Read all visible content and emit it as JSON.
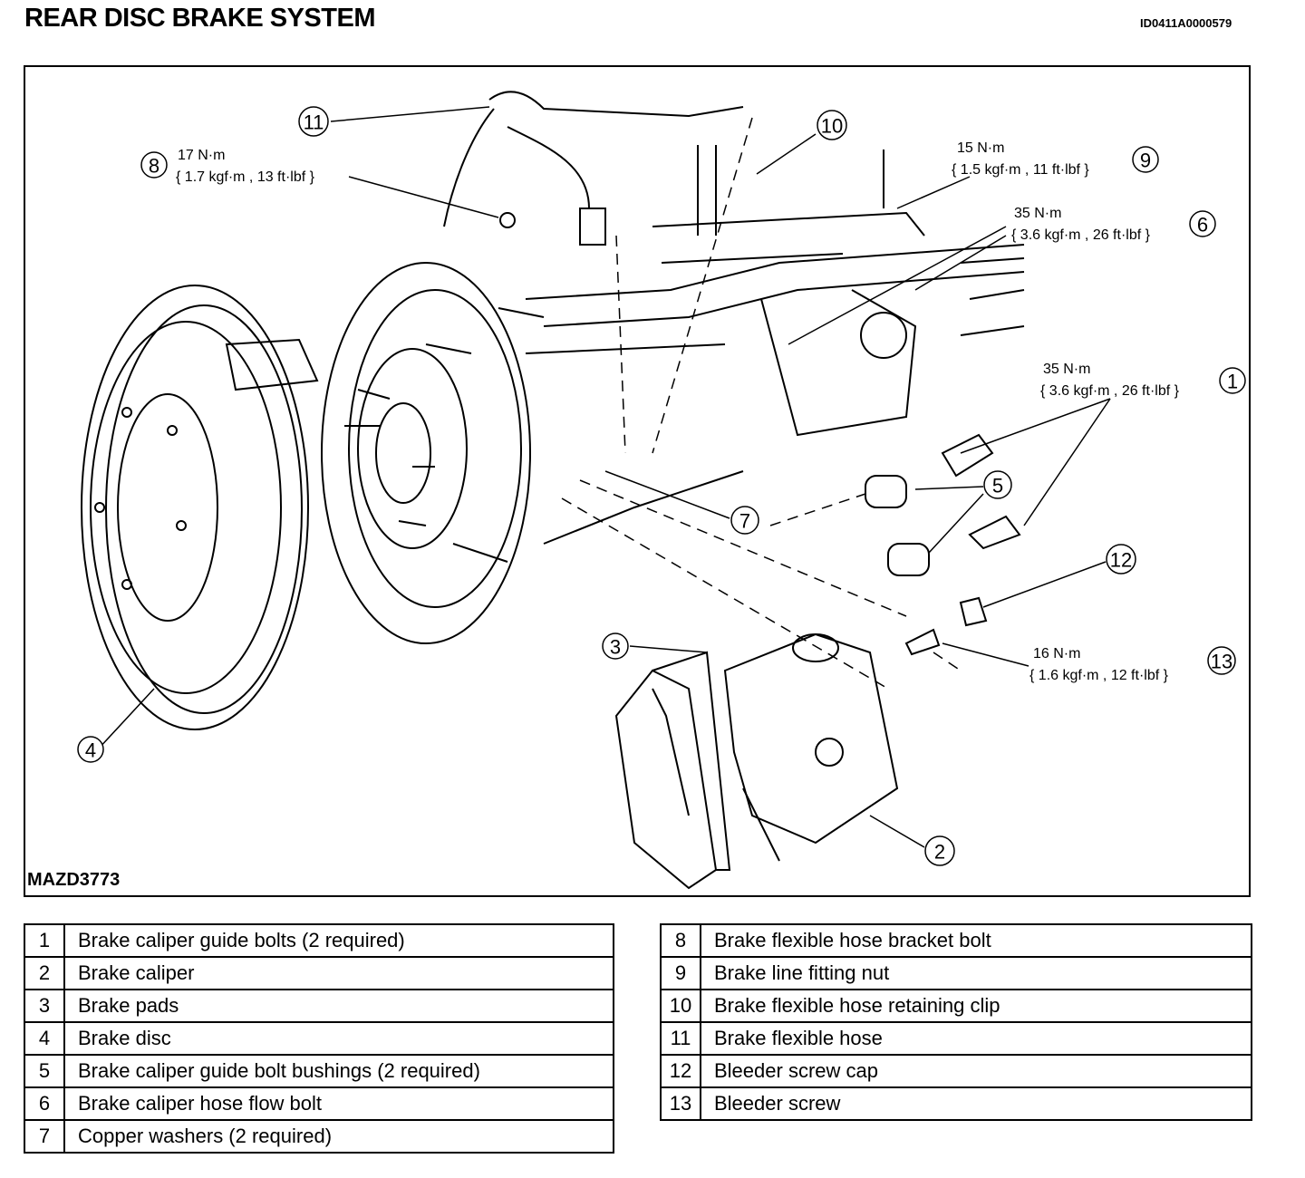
{
  "title": "REAR DISC BRAKE SYSTEM",
  "doc_id": "ID0411A0000579",
  "figure_code": "MAZD3773",
  "callouts": [
    {
      "num": "11"
    },
    {
      "num": "10"
    },
    {
      "num": "8",
      "torque_nm": "17 N·m",
      "torque_detail": "{ 1.7 kgf·m , 13 ft·lbf }"
    },
    {
      "num": "9",
      "torque_nm": "15 N·m",
      "torque_detail": "{ 1.5 kgf·m , 11 ft·lbf }"
    },
    {
      "num": "6",
      "torque_nm": "35 N·m",
      "torque_detail": "{ 3.6 kgf·m , 26 ft·lbf }"
    },
    {
      "num": "1",
      "torque_nm": "35 N·m",
      "torque_detail": "{ 3.6 kgf·m , 26 ft·lbf }"
    },
    {
      "num": "5"
    },
    {
      "num": "7"
    },
    {
      "num": "12"
    },
    {
      "num": "13",
      "torque_nm": "16 N·m",
      "torque_detail": "{ 1.6 kgf·m , 12 ft·lbf }"
    },
    {
      "num": "3"
    },
    {
      "num": "4"
    },
    {
      "num": "2"
    }
  ],
  "legend_left": [
    {
      "num": "1",
      "label": "Brake caliper guide bolts (2 required)"
    },
    {
      "num": "2",
      "label": "Brake caliper"
    },
    {
      "num": "3",
      "label": "Brake pads"
    },
    {
      "num": "4",
      "label": "Brake disc"
    },
    {
      "num": "5",
      "label": "Brake caliper guide bolt bushings (2 required)"
    },
    {
      "num": "6",
      "label": "Brake caliper hose flow bolt"
    },
    {
      "num": "7",
      "label": "Copper washers (2 required)"
    }
  ],
  "legend_right": [
    {
      "num": "8",
      "label": "Brake flexible hose bracket bolt"
    },
    {
      "num": "9",
      "label": "Brake line fitting nut"
    },
    {
      "num": "10",
      "label": "Brake flexible hose retaining clip"
    },
    {
      "num": "11",
      "label": "Brake flexible hose"
    },
    {
      "num": "12",
      "label": "Bleeder screw cap"
    },
    {
      "num": "13",
      "label": "Bleeder screw"
    }
  ]
}
